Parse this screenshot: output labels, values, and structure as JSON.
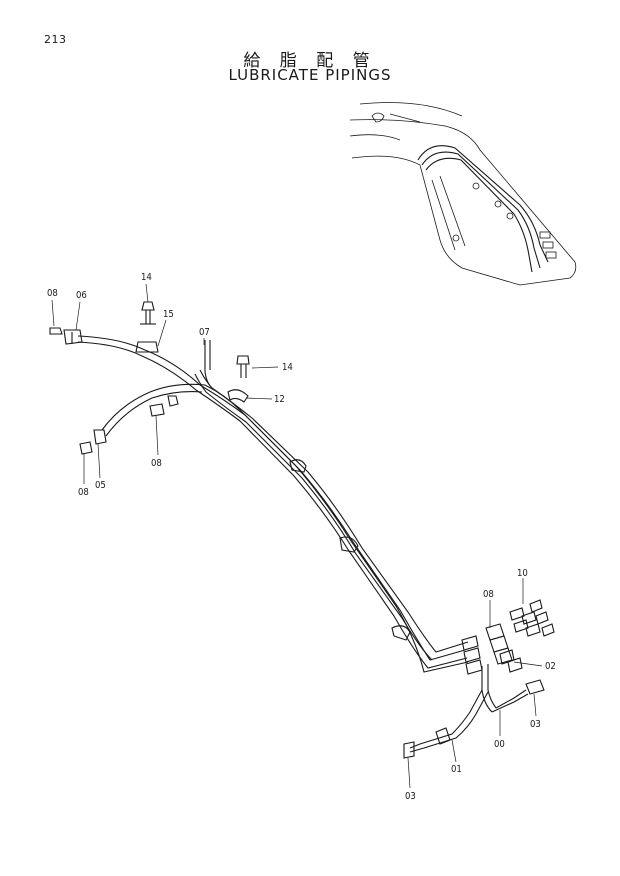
{
  "page_number": "213",
  "title_jp": "給 脂 配 管",
  "title_en": "LUBRICATE PIPINGS",
  "callouts": {
    "c08_left": "08",
    "c06": "06",
    "c14_top": "14",
    "c15": "15",
    "c07": "07",
    "c14_mid": "14",
    "c12": "12",
    "c08_mid": "08",
    "c08_bottom": "08",
    "c05": "05",
    "c08_right": "08",
    "c10": "10",
    "c02": "02",
    "c03_right": "03",
    "c00": "00",
    "c01": "01",
    "c03_bottom": "03"
  }
}
